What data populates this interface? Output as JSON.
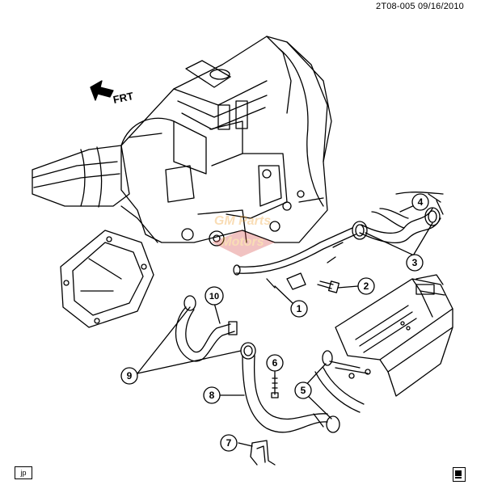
{
  "header": {
    "doc_id": "2T08-005 09/16/2010"
  },
  "direction": {
    "label": "FRT"
  },
  "watermark": {
    "line1": "GM Parts",
    "line2": "Motors"
  },
  "callouts": [
    "1",
    "2",
    "3",
    "4",
    "5",
    "6",
    "7",
    "8",
    "9",
    "10"
  ],
  "footer": {
    "corner_tag": "jp"
  }
}
